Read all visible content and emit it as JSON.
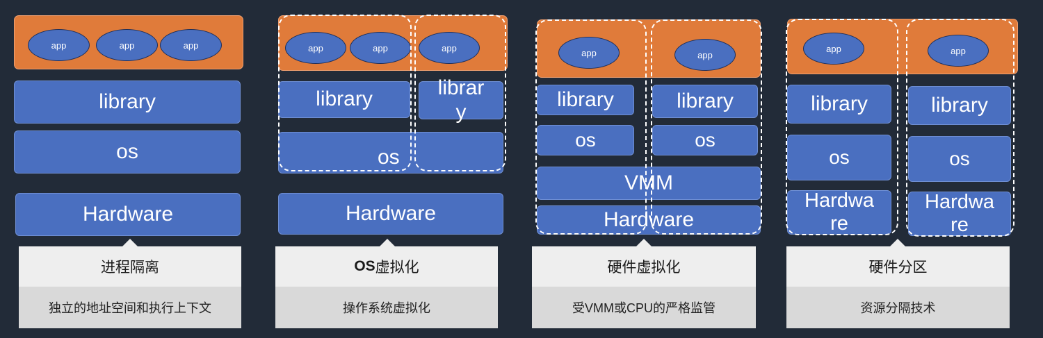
{
  "panels": [
    {
      "apps": [
        "app",
        "app",
        "app"
      ],
      "layers": [
        "library",
        "os",
        "Hardware"
      ],
      "caption": "进程隔离",
      "subcaption": "独立的地址空间和执行上下文"
    },
    {
      "apps": [
        "app",
        "app",
        "app"
      ],
      "layers": [
        "library",
        "librar\ny",
        "os",
        "Hardware"
      ],
      "caption_bold": "OS",
      "caption": "虚拟化",
      "subcaption": "操作系统虚拟化"
    },
    {
      "apps": [
        "app",
        "app"
      ],
      "layers": [
        "library",
        "library",
        "os",
        "os",
        "VMM",
        "Hardware"
      ],
      "caption": "硬件虚拟化",
      "subcaption": "受VMM或CPU的严格监管"
    },
    {
      "apps": [
        "app",
        "app"
      ],
      "layers": [
        "library",
        "library",
        "os",
        "os",
        "Hardwa\nre",
        "Hardwa\nre"
      ],
      "caption": "硬件分区",
      "subcaption": "资源分隔技术"
    }
  ]
}
